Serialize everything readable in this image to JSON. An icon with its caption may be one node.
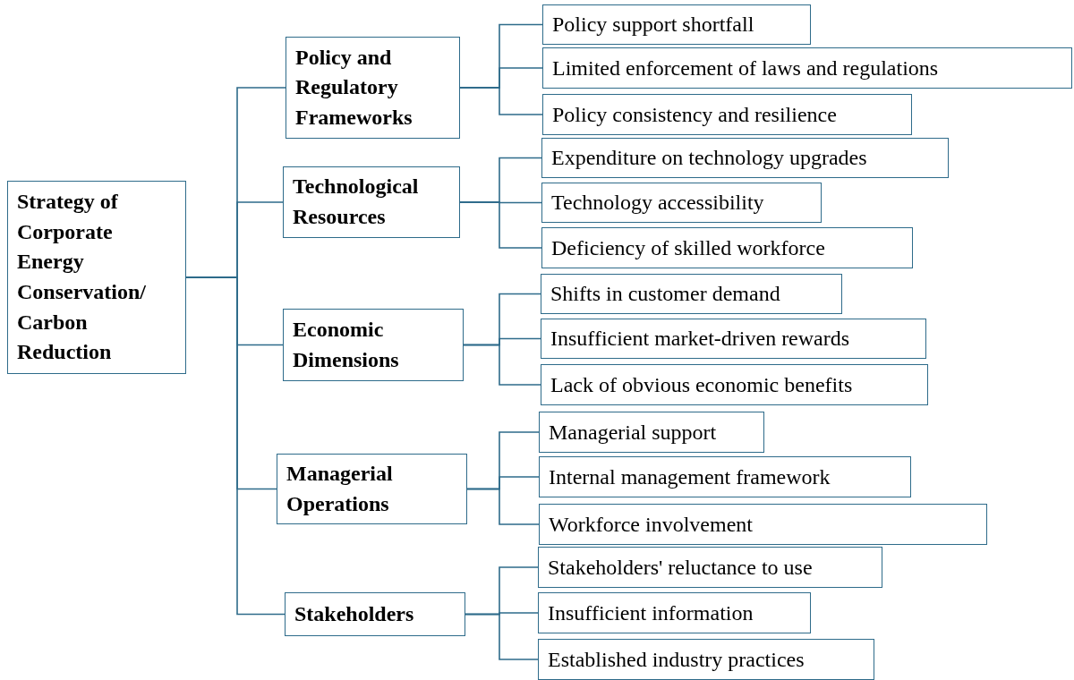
{
  "diagram": {
    "nodes": [
      {
        "text": [
          "Strategy of Corporate Energy Conservation/ Carbon Reduction"
        ]
      },
      {
        "text": [
          "Policy and Regulatory Frameworks"
        ]
      },
      {
        "text": [
          "Policy support shortfall"
        ]
      },
      {
        "text": [
          "Limited enforcement of laws and regulations"
        ]
      },
      {
        "text": [
          "Policy consistency and resilience"
        ]
      },
      {
        "text": [
          "Technological Resources"
        ]
      },
      {
        "text": [
          "Expenditure on technology upgrades"
        ]
      },
      {
        "text": [
          "Technology accessibility"
        ]
      },
      {
        "text": [
          "Deficiency of skilled workforce"
        ]
      },
      {
        "text": [
          "Economic Dimensions"
        ]
      },
      {
        "text": [
          "Shifts in customer demand"
        ]
      },
      {
        "text": [
          "Insufficient market-driven rewards"
        ]
      },
      {
        "text": [
          "Lack of obvious economic benefits"
        ]
      },
      {
        "text": [
          "Managerial Operations"
        ]
      },
      {
        "text": [
          "Managerial support"
        ]
      },
      {
        "text": [
          "Internal management framework"
        ]
      },
      {
        "text": [
          "Workforce involvement"
        ]
      },
      {
        "text": [
          "Stakeholders"
        ]
      },
      {
        "text": [
          "Stakeholders' reluctance to use"
        ]
      },
      {
        "text": [
          "Insufficient information"
        ]
      },
      {
        "text": [
          "Established industry practices"
        ]
      }
    ],
    "edges": [
      {
        "from": 0,
        "to": 1,
        "arrow": "none"
      },
      {
        "from": 0,
        "to": 5,
        "arrow": "none"
      },
      {
        "from": 0,
        "to": 9,
        "arrow": "none"
      },
      {
        "from": 0,
        "to": 13,
        "arrow": "none"
      },
      {
        "from": 0,
        "to": 17,
        "arrow": "none"
      },
      {
        "from": 1,
        "to": 2,
        "arrow": "none"
      },
      {
        "from": 1,
        "to": 3,
        "arrow": "none"
      },
      {
        "from": 1,
        "to": 4,
        "arrow": "none"
      },
      {
        "from": 5,
        "to": 6,
        "arrow": "none"
      },
      {
        "from": 5,
        "to": 7,
        "arrow": "none"
      },
      {
        "from": 5,
        "to": 8,
        "arrow": "none"
      },
      {
        "from": 9,
        "to": 10,
        "arrow": "none"
      },
      {
        "from": 9,
        "to": 11,
        "arrow": "none"
      },
      {
        "from": 9,
        "to": 12,
        "arrow": "none"
      },
      {
        "from": 13,
        "to": 14,
        "arrow": "none"
      },
      {
        "from": 13,
        "to": 15,
        "arrow": "none"
      },
      {
        "from": 13,
        "to": 16,
        "arrow": "none"
      },
      {
        "from": 17,
        "to": 18,
        "arrow": "none"
      },
      {
        "from": 17,
        "to": 19,
        "arrow": "none"
      },
      {
        "from": 17,
        "to": 20,
        "arrow": "none"
      }
    ]
  }
}
